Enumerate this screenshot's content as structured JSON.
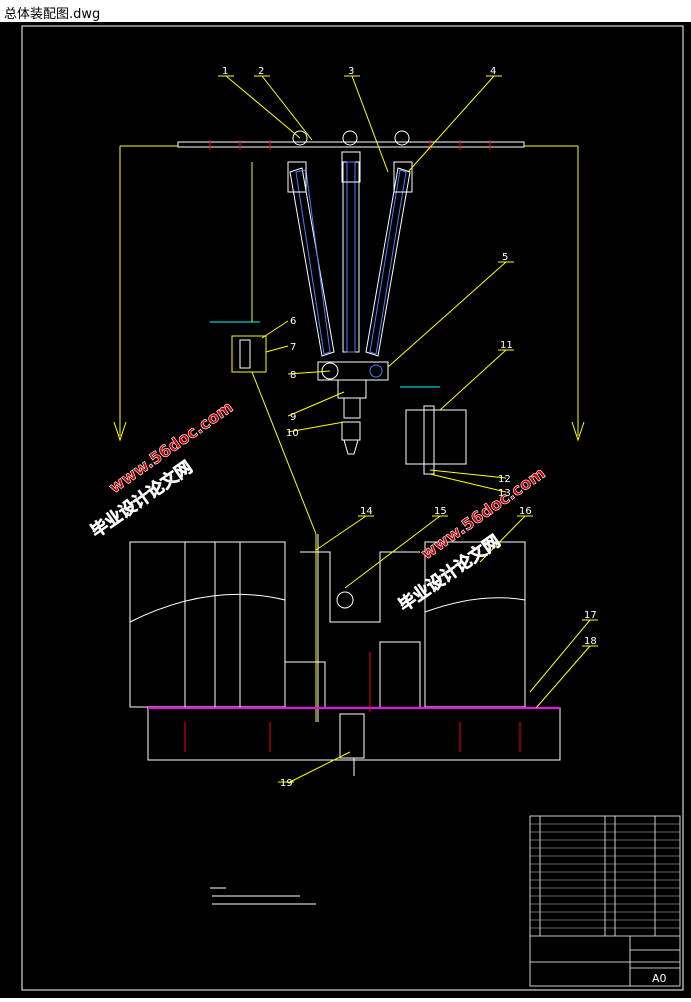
{
  "window": {
    "title": "总体装配图.dwg"
  },
  "balloons": [
    "1",
    "2",
    "3",
    "4",
    "5",
    "6",
    "7",
    "8",
    "9",
    "10",
    "11",
    "12",
    "13",
    "14",
    "15",
    "16",
    "17",
    "18",
    "19"
  ],
  "watermarks": [
    {
      "cn": "毕业设计论文网",
      "url": "www.56doc.com"
    },
    {
      "cn": "毕业设计论文网",
      "url": "www.56doc.com"
    }
  ],
  "title_block": {
    "sheet_size": "A0"
  },
  "colors": {
    "background": "#000000",
    "lines": "#ffffff",
    "leaders": "#ffff00",
    "dims": "#00ffff",
    "watermark": "#cc0000",
    "plate": "#ff00ff"
  }
}
